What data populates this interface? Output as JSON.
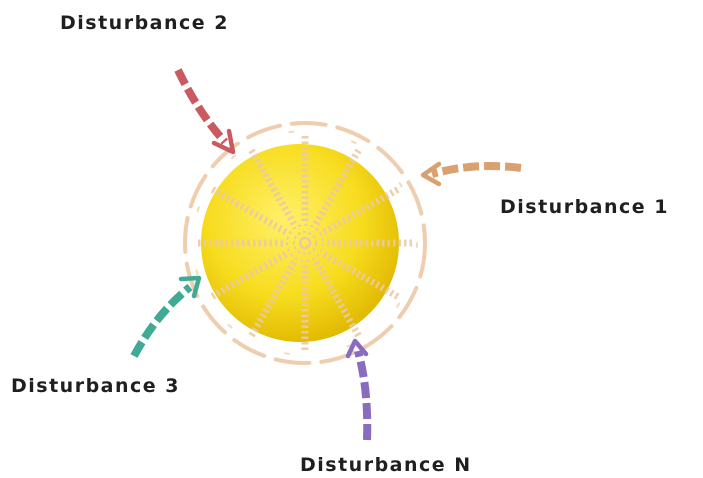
{
  "labels": {
    "disturbance_1": "Disturbance 1",
    "disturbance_2": "Disturbance 2",
    "disturbance_3": "Disturbance 3",
    "disturbance_n": "Disturbance N"
  },
  "colors": {
    "ball_light": "#fff06a",
    "ball_mid": "#f7dc1e",
    "ball_dark": "#e0b800",
    "force_lines": "#ecc9a5",
    "arrow_disturbance_1": "#d9a070",
    "arrow_disturbance_2": "#c95a60",
    "arrow_disturbance_3": "#3faa95",
    "arrow_disturbance_n": "#8a6cbf",
    "text": "#1f1f1f"
  }
}
